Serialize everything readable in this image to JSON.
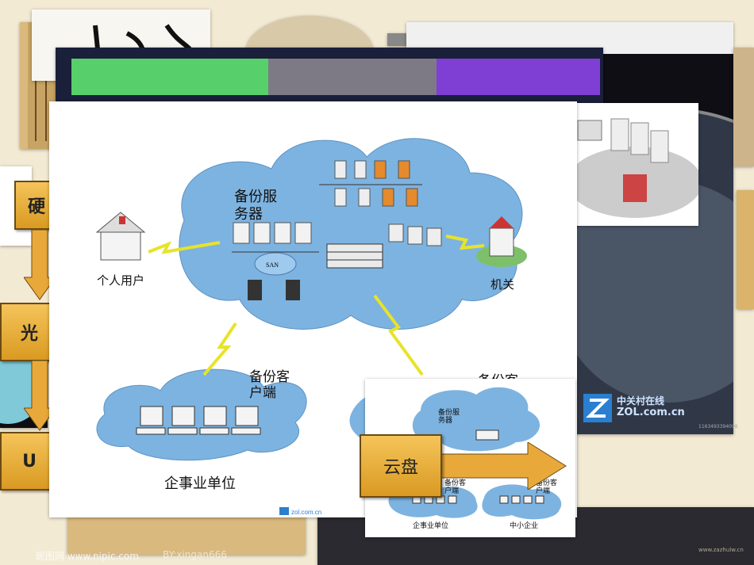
{
  "slide": {
    "colors": {
      "background": "#f3ead4",
      "green": "#57d06b",
      "gray": "#7d7a86",
      "purple": "#7f3fd4",
      "box": "#e9a93a",
      "cloud": "#7db3e0"
    }
  },
  "labels": {
    "stack_1": "硬",
    "stack_2": "光",
    "stack_3": "U",
    "cloud_disk": "云盘"
  },
  "main_diagram": {
    "backup_server": "备份服\n务器",
    "personal_user": "个人用户",
    "government": "机关",
    "backup_client_left": "备份客\n户端",
    "backup_client_right": "备份客",
    "enterprise": "企事业单位",
    "san": "SAN",
    "logo": "zol.com.cn"
  },
  "small_diagram": {
    "backup_server": "备份服\n务器",
    "backup_client_left": "备份客\n户端",
    "backup_client_right": "备份客\n户端",
    "enterprise": "企事业单位",
    "sme": "中小企业"
  },
  "right_photo": {
    "logo_cn": "中关村在线",
    "logo_en": "ZOL.com.cn",
    "id_text": "1163493394098"
  },
  "bottom": {
    "watermark_left": "昵图网 www.nipic.com",
    "watermark_by": "BY:xingan666",
    "watermark_right": "www.zazhulw.cn"
  }
}
